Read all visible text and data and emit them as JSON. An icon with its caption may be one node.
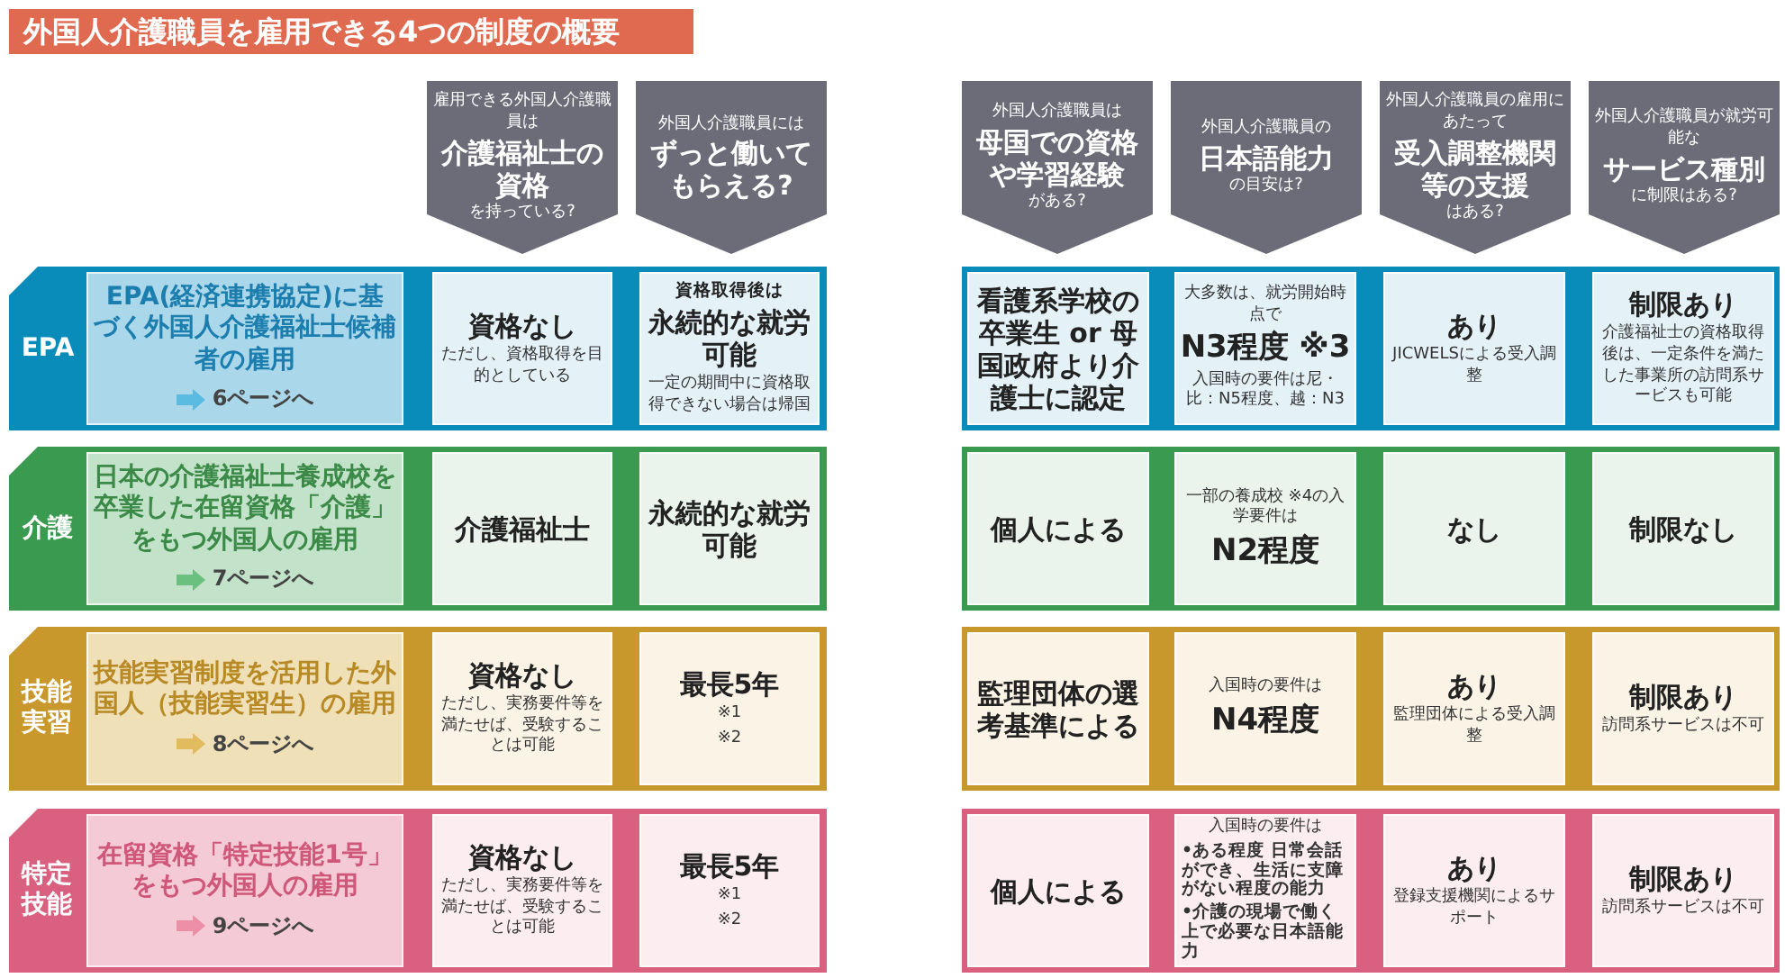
{
  "diagram": {
    "title": "外国人介護職員を雇用できる4つの制度の概要",
    "nodes": [
      {
        "text": [
          "雇用できる外国人介護職員は",
          "介護福祉士の資格",
          "を持っている?"
        ]
      },
      {
        "text": [
          "外国人介護職員には",
          "ずっと働いてもらえる?"
        ]
      },
      {
        "text": [
          "外国人介護職員は",
          "母国での資格や学習経験",
          "がある?"
        ]
      },
      {
        "text": [
          "外国人介護職員の",
          "日本語能力",
          "の目安は?"
        ]
      },
      {
        "text": [
          "外国人介護職員の雇用にあたって",
          "受入調整機関等の支援",
          "はある?"
        ]
      },
      {
        "text": [
          "外国人介護職員が就労可能な",
          "サービス種別",
          "に制限はある?"
        ]
      },
      {
        "text": [
          "EPA"
        ]
      },
      {
        "text": [
          "EPA(経済連携協定)に基づく外国人介護福祉士候補者の雇用",
          "6ページへ"
        ],
        "in": 6
      },
      {
        "text": [
          "資格なし",
          "ただし、資格取得を目的としている"
        ],
        "in": 6
      },
      {
        "text": [
          "資格取得後は",
          "永続的な就労可能",
          "一定の期間中に資格取得できない場合は帰国"
        ],
        "in": 6
      },
      {
        "text": [],
        "shape": "box"
      },
      {
        "text": [
          "看護系学校の卒業生 or 母国政府より介護士に認定"
        ],
        "in": 10
      },
      {
        "text": [
          "大多数は、就労開始時点で",
          "N3程度 ※3",
          "入国時の要件は尼・比：N5程度、越：N3"
        ],
        "in": 10
      },
      {
        "text": [
          "あり",
          "JICWELSによる受入調整"
        ],
        "in": 10
      },
      {
        "text": [
          "制限あり",
          "介護福祉士の資格取得後は、一定条件を満たした事業所の訪問系サービスも可能"
        ],
        "in": 10
      },
      {
        "text": [
          "介護"
        ]
      },
      {
        "text": [
          "日本の介護福祉士養成校を卒業した在留資格「介護」をもつ外国人の雇用",
          "7ページへ"
        ],
        "in": 15
      },
      {
        "text": [
          "介護福祉士"
        ],
        "in": 15
      },
      {
        "text": [
          "永続的な就労可能"
        ],
        "in": 15
      },
      {
        "text": [],
        "shape": "box"
      },
      {
        "text": [
          "個人による"
        ],
        "in": 19
      },
      {
        "text": [
          "一部の養成校 ※4の入学要件は",
          "N2程度"
        ],
        "in": 19
      },
      {
        "text": [
          "なし"
        ],
        "in": 19
      },
      {
        "text": [
          "制限なし"
        ],
        "in": 19
      },
      {
        "text": [
          "技能実習"
        ]
      },
      {
        "text": [
          "技能実習制度を活用した外国人（技能実習生）の雇用",
          "8ページへ"
        ],
        "in": 24
      },
      {
        "text": [
          "資格なし",
          "ただし、実務要件等を満たせば、受験することは可能"
        ],
        "in": 24
      },
      {
        "text": [
          "最長5年",
          "※1",
          "※2"
        ],
        "in": 24
      },
      {
        "text": [],
        "shape": "box"
      },
      {
        "text": [
          "監理団体の選考基準による"
        ],
        "in": 28
      },
      {
        "text": [
          "入国時の要件は",
          "N4程度"
        ],
        "in": 28
      },
      {
        "text": [
          "あり",
          "監理団体による受入調整"
        ],
        "in": 28
      },
      {
        "text": [
          "制限あり",
          "訪問系サービスは不可"
        ],
        "in": 28
      },
      {
        "text": [
          "特定技能"
        ]
      },
      {
        "text": [
          "在留資格「特定技能1号」をもつ外国人の雇用",
          "9ページへ"
        ],
        "in": 33
      },
      {
        "text": [
          "資格なし",
          "ただし、実務要件等を満たせば、受験することは可能"
        ],
        "in": 33
      },
      {
        "text": [
          "最長5年",
          "※1",
          "※2"
        ],
        "in": 33
      },
      {
        "text": [],
        "shape": "box"
      },
      {
        "text": [
          "個人による"
        ],
        "in": 37
      },
      {
        "text": [
          "入国時の要件は",
          "•ある程度 日常会話ができ、生活に支障がない程度の能力",
          "•介護の現場で働く上で必要な日本語能力"
        ],
        "in": 37
      },
      {
        "text": [
          "あり",
          "登録支援機関によるサポート"
        ],
        "in": 37
      },
      {
        "text": [
          "制限あり",
          "訪問系サービスは不可"
        ],
        "in": 37
      }
    ]
  }
}
